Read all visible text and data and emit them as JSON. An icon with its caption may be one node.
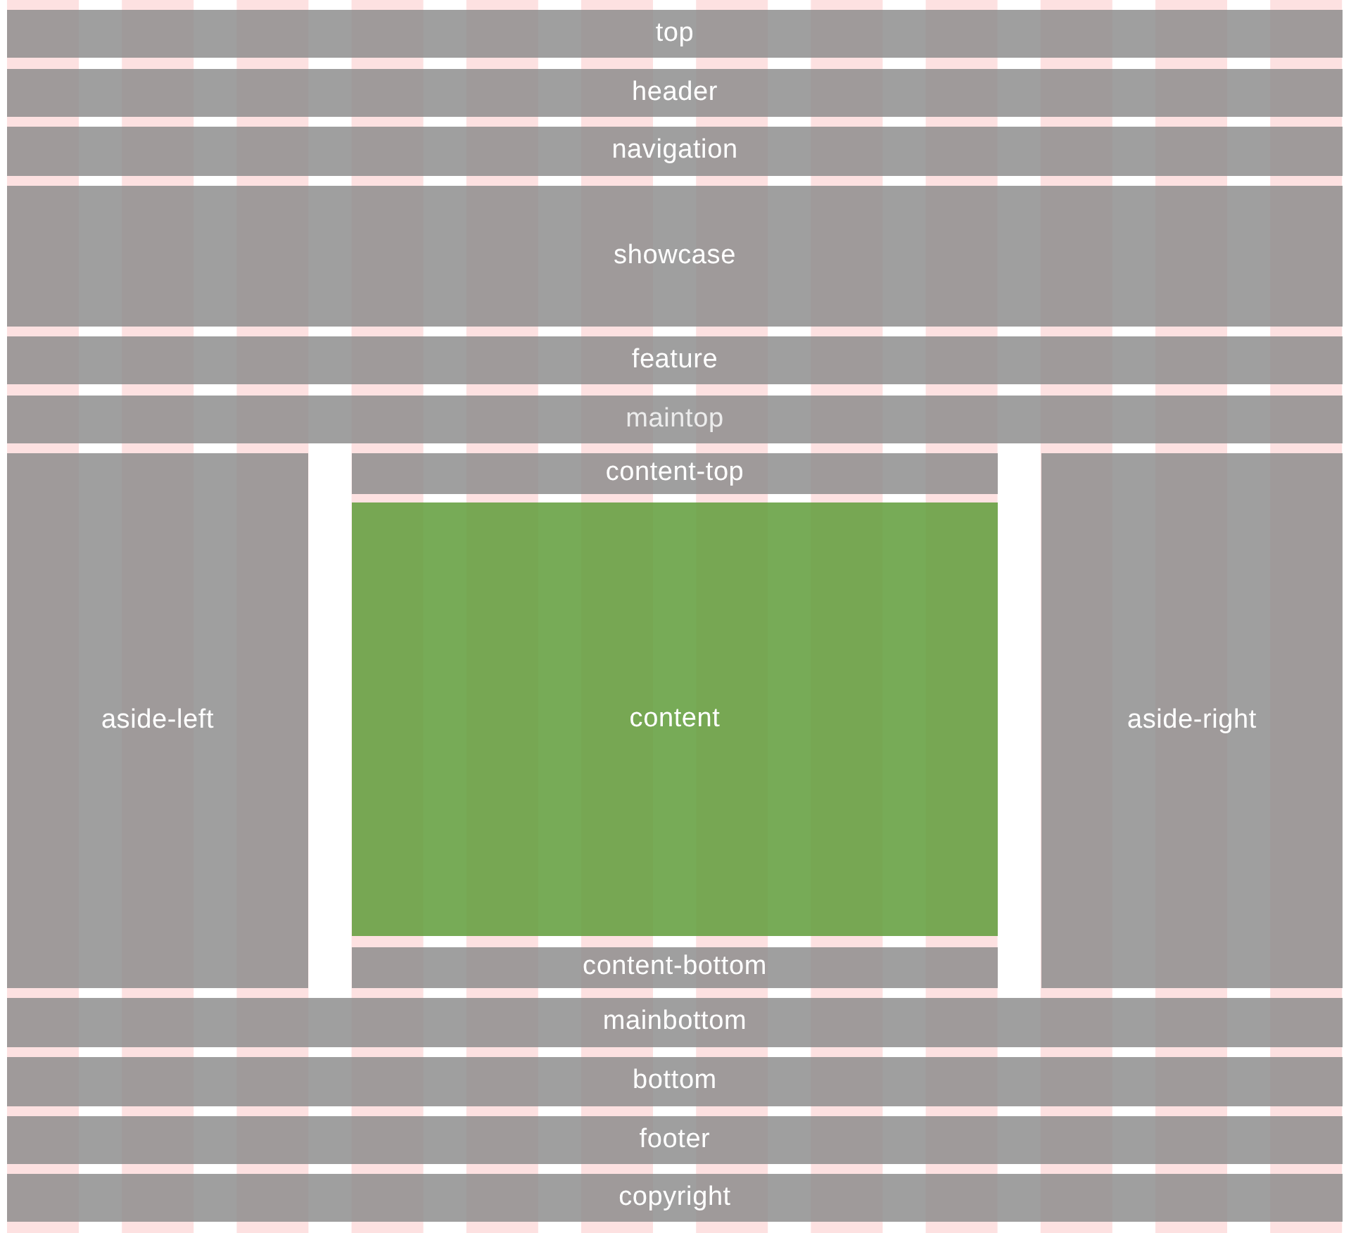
{
  "diagram": {
    "nodes": [
      {
        "text": [
          "top"
        ]
      },
      {
        "text": [
          "header"
        ]
      },
      {
        "text": [
          "navigation"
        ]
      },
      {
        "text": [
          "showcase"
        ]
      },
      {
        "text": [
          "feature"
        ]
      },
      {
        "text": [
          "maintop"
        ]
      },
      {
        "text": [
          "aside-left"
        ]
      },
      {
        "text": [
          "content-top"
        ]
      },
      {
        "text": [
          "content"
        ]
      },
      {
        "text": [
          "content-bottom"
        ]
      },
      {
        "text": [
          "aside-right"
        ]
      },
      {
        "text": [
          "mainbottom"
        ]
      },
      {
        "text": [
          "bottom"
        ]
      },
      {
        "text": [
          "footer"
        ]
      },
      {
        "text": [
          "copyright"
        ]
      }
    ]
  }
}
